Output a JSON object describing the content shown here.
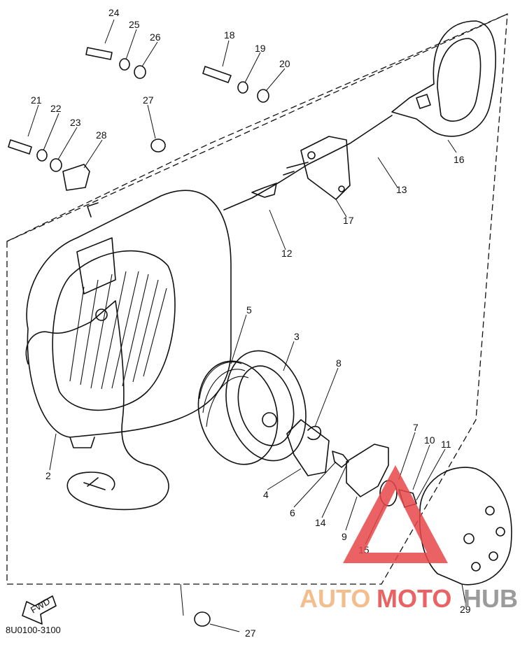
{
  "diagram": {
    "part_code": "8U0100-3100",
    "direction_label": "FWD",
    "callouts": [
      "24",
      "25",
      "26",
      "18",
      "19",
      "20",
      "21",
      "22",
      "23",
      "28",
      "27",
      "16",
      "13",
      "17",
      "12",
      "5",
      "3",
      "8",
      "2",
      "4",
      "6",
      "14",
      "7",
      "10",
      "11",
      "9",
      "15",
      "29",
      "27"
    ]
  },
  "watermark": {
    "part1": "AUTO",
    "part2": "MOTO",
    "part3": "HUB",
    "colors": {
      "orange": "#f2b27a",
      "red": "#e8474a",
      "gray": "#8a8a8a"
    }
  }
}
